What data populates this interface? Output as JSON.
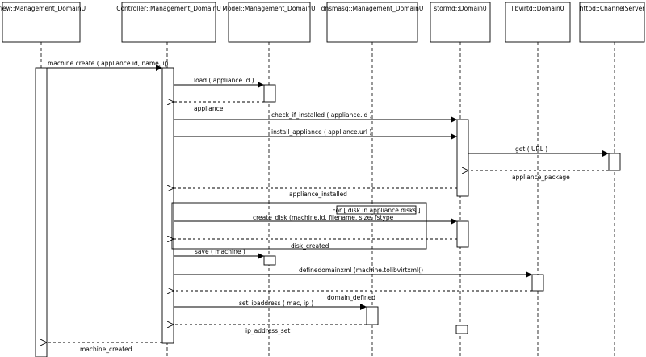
{
  "participants": [
    {
      "id": "view",
      "label": "View::Management_DomainU"
    },
    {
      "id": "controller",
      "label": "Controller::Management_DomainU"
    },
    {
      "id": "model",
      "label": "Model::Management_DomainU"
    },
    {
      "id": "dnsmasq",
      "label": "dnsmasq::Management_DomainU"
    },
    {
      "id": "stormd",
      "label": "stormd::Domain0"
    },
    {
      "id": "libvirtd",
      "label": "libvirtd::Domain0"
    },
    {
      "id": "httpd",
      "label": "httpd::ChannelServer"
    }
  ],
  "messages": [
    {
      "from": "view",
      "to": "controller",
      "label": "machine.create ( appliance.id, name, ip",
      "kind": "call"
    },
    {
      "from": "controller",
      "to": "model",
      "label": "load ( appliance.id )",
      "kind": "call"
    },
    {
      "from": "model",
      "to": "controller",
      "label": "appliance",
      "kind": "return"
    },
    {
      "from": "controller",
      "to": "stormd",
      "label": "check_if_installed ( appliance.id )",
      "kind": "call"
    },
    {
      "from": "controller",
      "to": "stormd",
      "label": "install_appliance ( appliance.url )",
      "kind": "call"
    },
    {
      "from": "stormd",
      "to": "httpd",
      "label": "get ( URL )",
      "kind": "call"
    },
    {
      "from": "httpd",
      "to": "stormd",
      "label": "appliance_package",
      "kind": "return"
    },
    {
      "from": "stormd",
      "to": "controller",
      "label": "appliance_installed",
      "kind": "return"
    },
    {
      "from": "controller",
      "to": "stormd",
      "label": "create_disk (machine.id, filename, size, fstype",
      "kind": "call"
    },
    {
      "from": "stormd",
      "to": "controller",
      "label": "disk_created",
      "kind": "return"
    },
    {
      "from": "controller",
      "to": "model",
      "label": "save ( machine )",
      "kind": "call"
    },
    {
      "from": "controller",
      "to": "libvirtd",
      "label": "definedomainxml (machine.tolibvirtxml()",
      "kind": "call"
    },
    {
      "from": "libvirtd",
      "to": "controller",
      "label": "domain_defined",
      "kind": "return"
    },
    {
      "from": "controller",
      "to": "dnsmasq",
      "label": "set_ipaddress ( mac, ip )",
      "kind": "call"
    },
    {
      "from": "dnsmasq",
      "to": "controller",
      "label": "ip_address_set",
      "kind": "return"
    },
    {
      "from": "controller",
      "to": "view",
      "label": "machine_created",
      "kind": "return"
    }
  ],
  "loop": {
    "label": "For [ disk in appliance.disks ]"
  }
}
